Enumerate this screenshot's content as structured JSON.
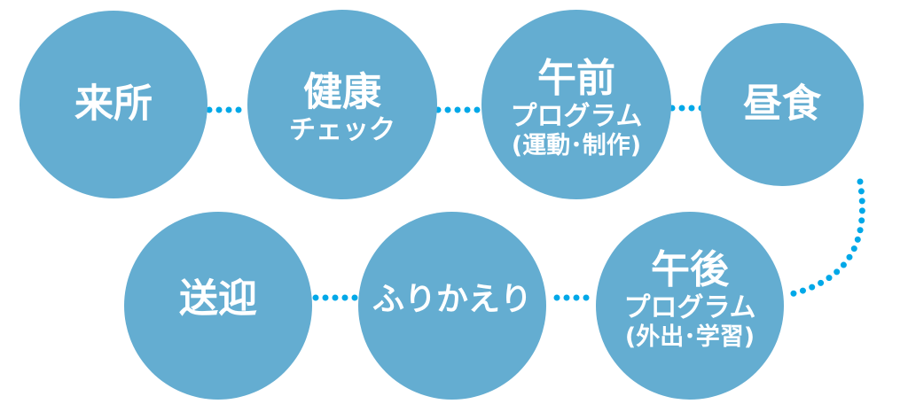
{
  "colors": {
    "circle": "#64add1",
    "connector": "#00a8e8"
  },
  "steps": [
    {
      "title": "来所"
    },
    {
      "title": "健康",
      "sub": "チェック"
    },
    {
      "title": "午前",
      "sub": "プログラム",
      "note": "(運動･制作)"
    },
    {
      "title": "昼食"
    },
    {
      "title": "午後",
      "sub": "プログラム",
      "note": "(外出･学習)"
    },
    {
      "title": "ふりかえり"
    },
    {
      "title": "送迎"
    }
  ]
}
